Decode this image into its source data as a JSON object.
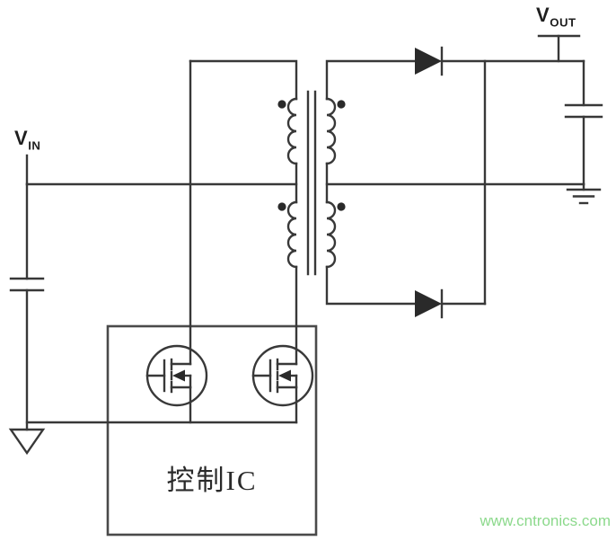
{
  "labels": {
    "vin": {
      "base": "V",
      "sub": "IN"
    },
    "vout": {
      "base": "V",
      "sub": "OUT"
    },
    "control_ic": "控制IC",
    "watermark": "www.cntronics.com"
  },
  "colors": {
    "line": "#383838",
    "box_border": "#4a4a4a",
    "fill_dark": "#2a2a2a",
    "watermark_green": "#8cd98c",
    "background": "#ffffff",
    "text": "#1f1f1f"
  },
  "components": [
    "vin-terminal",
    "input-capacitor",
    "input-ground",
    "center-tapped-transformer",
    "phase-dots",
    "rectifier-diode-top",
    "rectifier-diode-bottom",
    "output-capacitor",
    "output-ground",
    "vout-terminal",
    "mosfet-left",
    "mosfet-right",
    "control-ic-box"
  ]
}
